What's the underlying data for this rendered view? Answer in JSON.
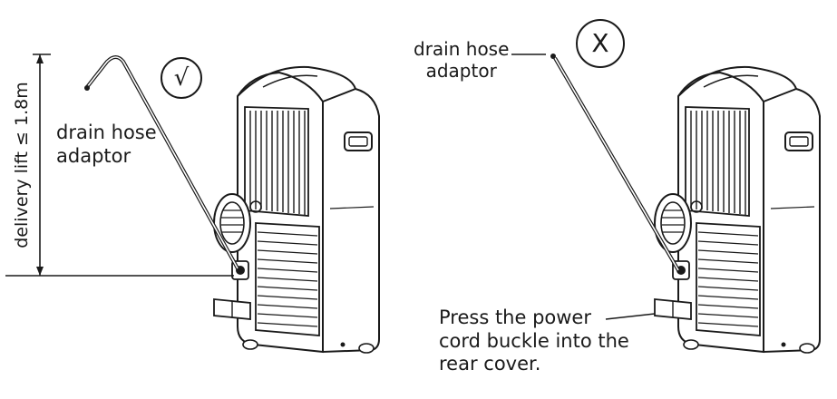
{
  "figure": {
    "left": {
      "correct_mark": "√",
      "drain_hose_label": "drain hose\nadaptor",
      "lift_label": "delivery lift ≤ 1.8m"
    },
    "right": {
      "wrong_mark": "X",
      "drain_hose_label": "drain hose\nadaptor",
      "power_cord_note": "Press the power\ncord buckle into the\nrear cover."
    }
  },
  "colors": {
    "ink": "#1a1a1a",
    "paper": "#ffffff"
  }
}
